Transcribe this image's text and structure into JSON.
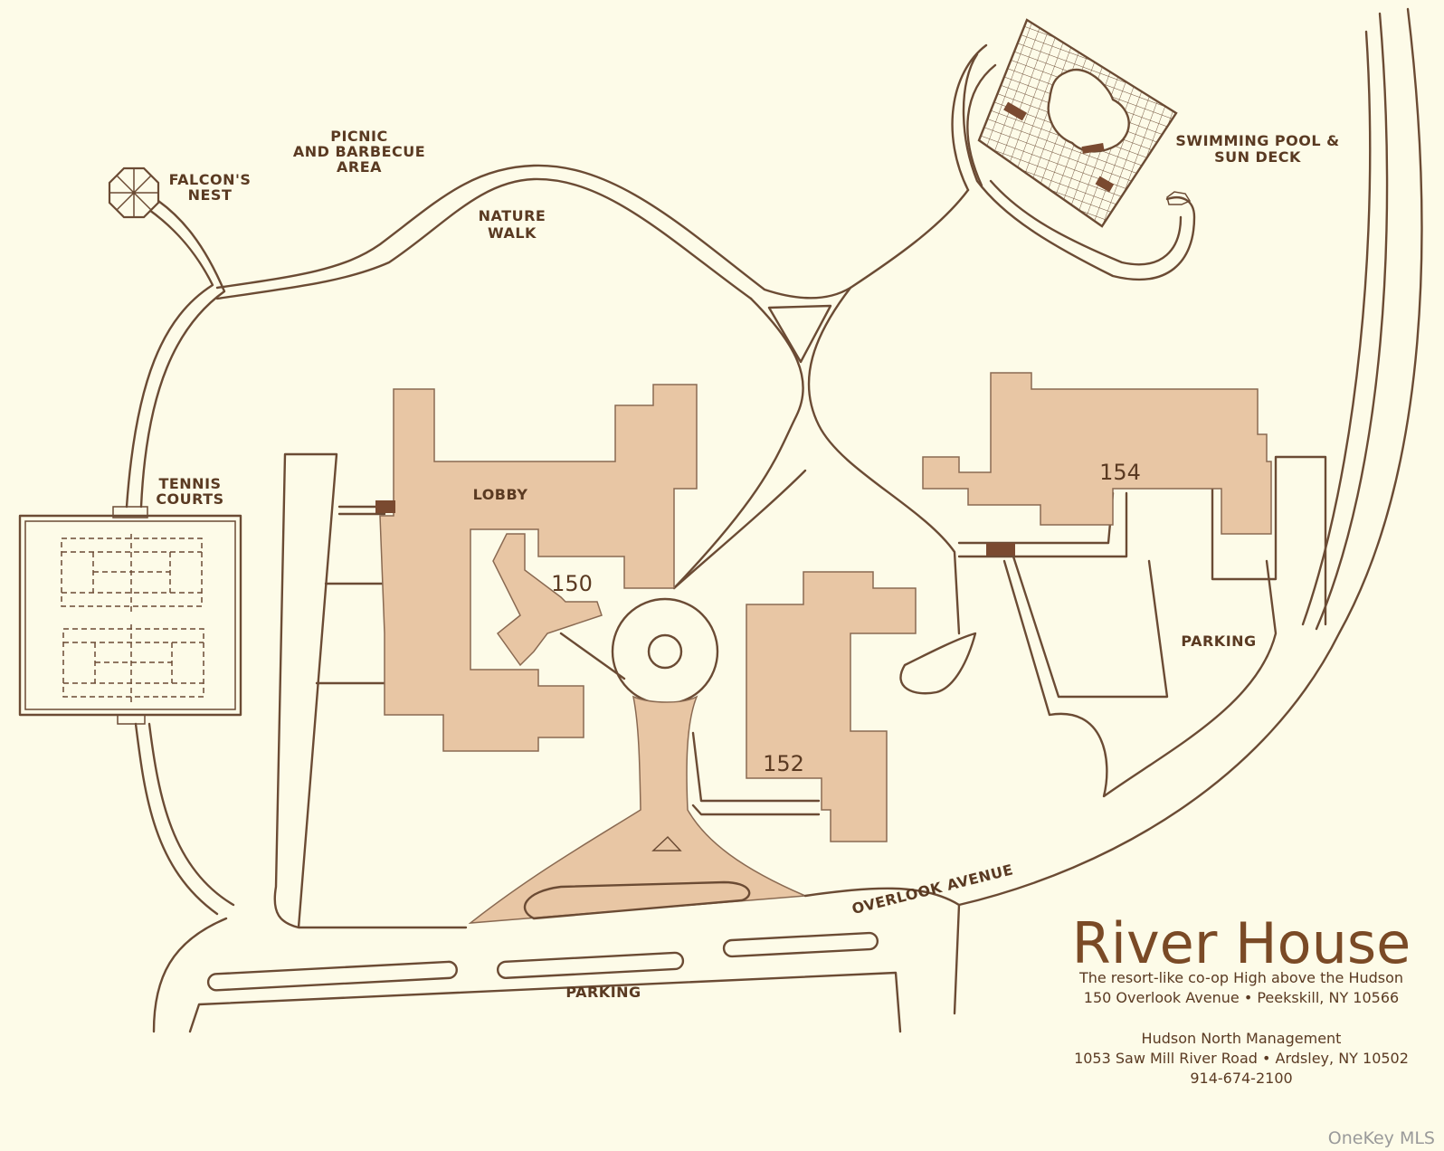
{
  "title": "River House",
  "tagline": "The resort-like co-op High above the Hudson",
  "address": "150 Overlook Avenue • Peekskill, NY 10566",
  "management": {
    "name": "Hudson North Management",
    "address": "1053 Saw Mill River Road • Ardsley, NY 10502",
    "phone": "914-674-2100"
  },
  "labels": {
    "picnic_1": "PICNIC",
    "picnic_2": "AND BARBECUE",
    "picnic_3": "AREA",
    "falcon_1": "FALCON'S",
    "falcon_2": "NEST",
    "nature_1": "NATURE",
    "nature_2": "WALK",
    "pool_1": "SWIMMING POOL &",
    "pool_2": "SUN DECK",
    "tennis_1": "TENNIS",
    "tennis_2": "COURTS",
    "lobby": "LOBBY",
    "parking_east": "PARKING",
    "parking_south": "PARKING",
    "street": "OVERLOOK AVENUE"
  },
  "buildings": {
    "b150": "150",
    "b152": "152",
    "b154": "154"
  },
  "watermark": "OneKey MLS",
  "colors": {
    "background": "#fdfbe8",
    "building_fill": "#e8c6a4",
    "line": "#6b4b34",
    "title": "#7a4a26"
  }
}
